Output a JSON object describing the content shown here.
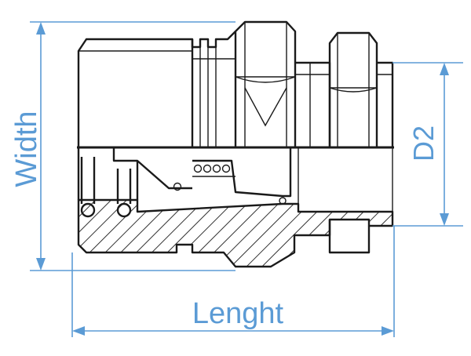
{
  "labels": {
    "width": "Width",
    "length": "Lenght",
    "d2": "D2"
  },
  "colors": {
    "dimension": "#5b9bd5",
    "outline": "#1a1a1a",
    "background": "#ffffff"
  }
}
